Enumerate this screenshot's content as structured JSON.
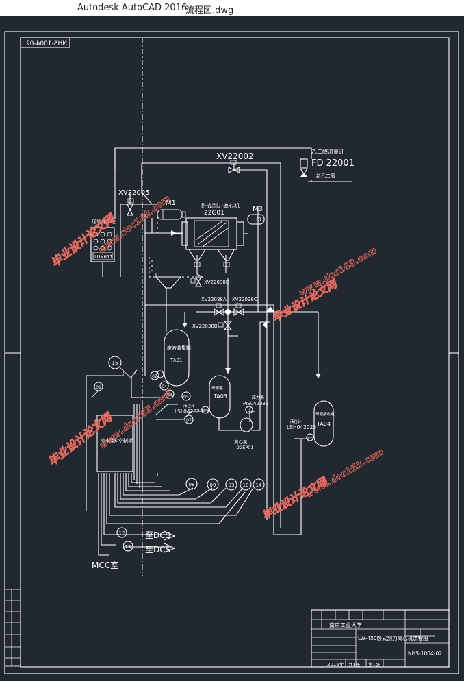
{
  "window": {
    "app_title": "Autodesk AutoCAD 2016",
    "file_name": "流程图.dwg"
  },
  "drawing": {
    "code_mirrored": "NHS-1004-02",
    "valves": [
      "XV22002",
      "XV22005",
      "XV22038D",
      "XV22038A",
      "XV22038C",
      "XV22038B"
    ],
    "flowmeter": {
      "title": "乙二醇流量计",
      "tag": "FD 22001",
      "inlet": "新乙二醇"
    },
    "motors": [
      "M1",
      "M3"
    ],
    "centrifuge": {
      "name": "卧式刮刀离心机",
      "tag": "22G01"
    },
    "control_panel": {
      "name": "现场操作柱",
      "label": "LUX611"
    },
    "tanks": [
      {
        "name": "废液收集罐",
        "tag": "TA01"
      },
      {
        "name": "母液罐",
        "tag": "TA03"
      },
      {
        "name": "母液接收罐",
        "tag": "TA04"
      }
    ],
    "pump": {
      "name": "离心泵",
      "tag": "22EP01"
    },
    "instruments": [
      {
        "name": "压力表",
        "tag": "PIS042033"
      },
      {
        "name": "液位计",
        "tag": "LSL042023"
      },
      {
        "name": "液位计",
        "tag": "LSH042025"
      }
    ],
    "cabinet": "变频器控制柜",
    "bubbles": [
      "15",
      "01",
      "02",
      "04",
      "03",
      "05",
      "07",
      "08",
      "09",
      "03",
      "10",
      "14",
      "12",
      "13"
    ],
    "dcs": [
      "至DCS",
      "至DCS"
    ],
    "mcc": "MCC室"
  },
  "title_block": {
    "university": "南京工业大学",
    "drawing_name": "LW-450卧式刮刀离心机流程图",
    "drawing_no": "NHS-1004-02",
    "date": "2016年",
    "sheet": "共1张",
    "page": "第1张"
  },
  "watermark": {
    "text_cn": "毕业设计论文网",
    "text_url": "www.doc163.com"
  }
}
